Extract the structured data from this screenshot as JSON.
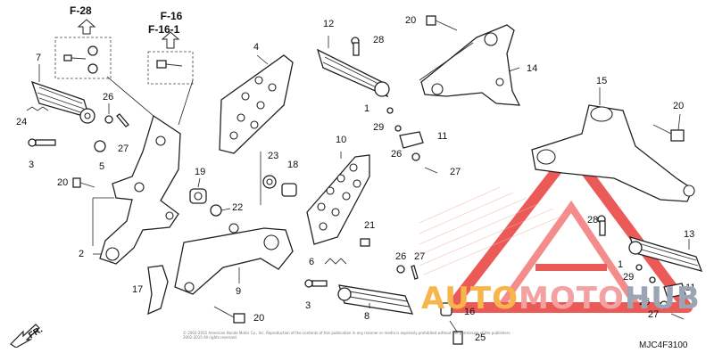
{
  "refs": {
    "f28": "F-28",
    "f16": "F-16",
    "f16_1": "F-16-1"
  },
  "labels": {
    "l7": "7",
    "l26a": "26",
    "l24": "24",
    "l3a": "3",
    "l5": "5",
    "l27a": "27",
    "l4": "4",
    "l19": "19",
    "l20a": "20",
    "l22": "22",
    "l23": "23",
    "l18": "18",
    "l2": "2",
    "l17": "17",
    "l9": "9",
    "l20b": "20",
    "l12": "12",
    "l28a": "28",
    "l1a": "1",
    "l29a": "29",
    "l11a": "11",
    "l26b": "26",
    "l27b": "27",
    "l10": "10",
    "l21": "21",
    "l6": "6",
    "l3b": "3",
    "l8": "8",
    "l26c": "26",
    "l27c": "27",
    "l16": "16",
    "l25": "25",
    "l20c": "20",
    "l14": "14",
    "l15": "15",
    "l20d": "20",
    "l28b": "28",
    "l13": "13",
    "l1b": "1",
    "l29b": "29",
    "l11b": "11",
    "l26d": "26",
    "l27d": "27"
  },
  "direction": "FR.",
  "diagram_code": "MJC4F3100",
  "copyright": "© 2002-2015 American Honda Motor Co., Inc. Reproduction of the contents of this publication in any manner or media is expressly prohibited without the permission of the publishers. · 2002-2015 All rights reserved.",
  "watermark": {
    "part1": "AUTO",
    "part2": "MOTO",
    "part3": "HUB"
  },
  "colors": {
    "watermark_red": "#e8322f",
    "watermark_orange": "#f7b54a",
    "watermark_gray": "#9aa6b6"
  }
}
